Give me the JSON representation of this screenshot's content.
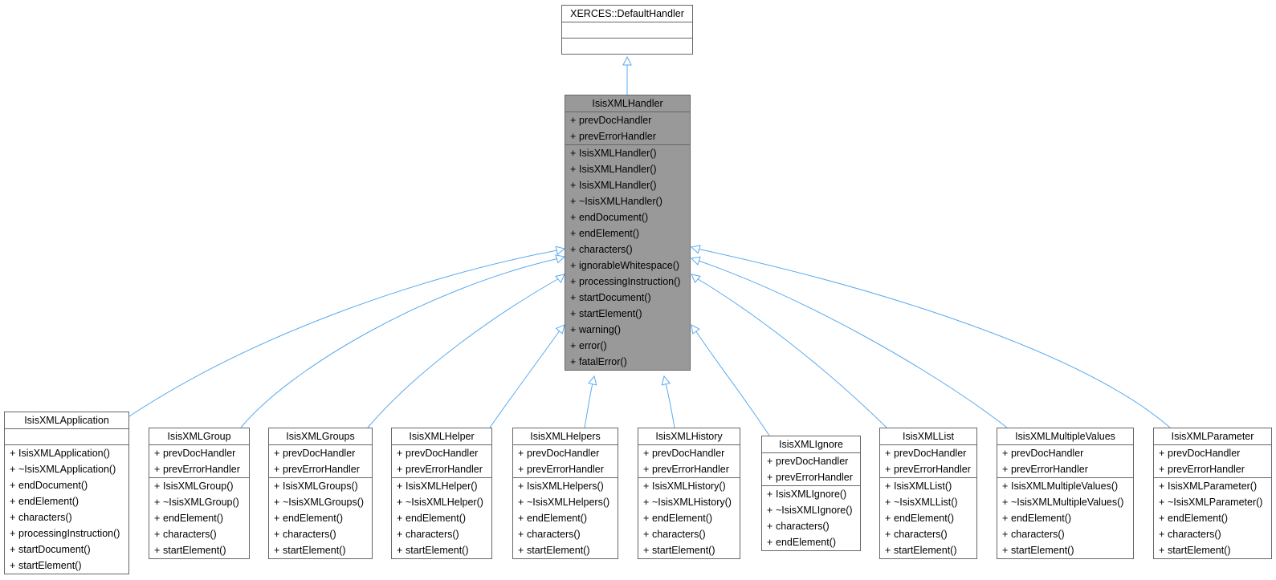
{
  "diagram": {
    "colors": {
      "edge": "#5aaaf0",
      "border": "#666666",
      "focus_fill": "#999999"
    },
    "classes": [
      {
        "id": "defaulthandler",
        "name": "XERCES::DefaultHandler",
        "focus": false,
        "attributes": [],
        "methods": []
      },
      {
        "id": "isisxmlhandler",
        "name": "IsisXMLHandler",
        "focus": true,
        "attributes": [
          "prevDocHandler",
          "prevErrorHandler"
        ],
        "methods": [
          "IsisXMLHandler()",
          "IsisXMLHandler()",
          "IsisXMLHandler()",
          "~IsisXMLHandler()",
          "endDocument()",
          "endElement()",
          "characters()",
          "ignorableWhitespace()",
          "processingInstruction()",
          "startDocument()",
          "startElement()",
          "warning()",
          "error()",
          "fatalError()"
        ]
      },
      {
        "id": "application",
        "name": "IsisXMLApplication",
        "focus": false,
        "attributes": [],
        "methods": [
          "IsisXMLApplication()",
          "~IsisXMLApplication()",
          "endDocument()",
          "endElement()",
          "characters()",
          "processingInstruction()",
          "startDocument()",
          "startElement()"
        ]
      },
      {
        "id": "group",
        "name": "IsisXMLGroup",
        "focus": false,
        "attributes": [
          "prevDocHandler",
          "prevErrorHandler"
        ],
        "methods": [
          "IsisXMLGroup()",
          "~IsisXMLGroup()",
          "endElement()",
          "characters()",
          "startElement()"
        ]
      },
      {
        "id": "groups",
        "name": "IsisXMLGroups",
        "focus": false,
        "attributes": [
          "prevDocHandler",
          "prevErrorHandler"
        ],
        "methods": [
          "IsisXMLGroups()",
          "~IsisXMLGroups()",
          "endElement()",
          "characters()",
          "startElement()"
        ]
      },
      {
        "id": "helper",
        "name": "IsisXMLHelper",
        "focus": false,
        "attributes": [
          "prevDocHandler",
          "prevErrorHandler"
        ],
        "methods": [
          "IsisXMLHelper()",
          "~IsisXMLHelper()",
          "endElement()",
          "characters()",
          "startElement()"
        ]
      },
      {
        "id": "helpers",
        "name": "IsisXMLHelpers",
        "focus": false,
        "attributes": [
          "prevDocHandler",
          "prevErrorHandler"
        ],
        "methods": [
          "IsisXMLHelpers()",
          "~IsisXMLHelpers()",
          "endElement()",
          "characters()",
          "startElement()"
        ]
      },
      {
        "id": "history",
        "name": "IsisXMLHistory",
        "focus": false,
        "attributes": [
          "prevDocHandler",
          "prevErrorHandler"
        ],
        "methods": [
          "IsisXMLHistory()",
          "~IsisXMLHistory()",
          "endElement()",
          "characters()",
          "startElement()"
        ]
      },
      {
        "id": "ignore",
        "name": "IsisXMLIgnore",
        "focus": false,
        "attributes": [
          "prevDocHandler",
          "prevErrorHandler"
        ],
        "methods": [
          "IsisXMLIgnore()",
          "~IsisXMLIgnore()",
          "characters()",
          "endElement()"
        ]
      },
      {
        "id": "list",
        "name": "IsisXMLList",
        "focus": false,
        "attributes": [
          "prevDocHandler",
          "prevErrorHandler"
        ],
        "methods": [
          "IsisXMLList()",
          "~IsisXMLList()",
          "endElement()",
          "characters()",
          "startElement()"
        ]
      },
      {
        "id": "multiplevalues",
        "name": "IsisXMLMultipleValues",
        "focus": false,
        "attributes": [
          "prevDocHandler",
          "prevErrorHandler"
        ],
        "methods": [
          "IsisXMLMultipleValues()",
          "~IsisXMLMultipleValues()",
          "endElement()",
          "characters()",
          "startElement()"
        ]
      },
      {
        "id": "parameter",
        "name": "IsisXMLParameter",
        "focus": false,
        "attributes": [
          "prevDocHandler",
          "prevErrorHandler"
        ],
        "methods": [
          "IsisXMLParameter()",
          "~IsisXMLParameter()",
          "endElement()",
          "characters()",
          "startElement()"
        ]
      }
    ],
    "inheritance": [
      {
        "from": "isisxmlhandler",
        "to": "defaulthandler"
      },
      {
        "from": "application",
        "to": "isisxmlhandler"
      },
      {
        "from": "group",
        "to": "isisxmlhandler"
      },
      {
        "from": "groups",
        "to": "isisxmlhandler"
      },
      {
        "from": "helper",
        "to": "isisxmlhandler"
      },
      {
        "from": "helpers",
        "to": "isisxmlhandler"
      },
      {
        "from": "history",
        "to": "isisxmlhandler"
      },
      {
        "from": "ignore",
        "to": "isisxmlhandler"
      },
      {
        "from": "list",
        "to": "isisxmlhandler"
      },
      {
        "from": "multiplevalues",
        "to": "isisxmlhandler"
      },
      {
        "from": "parameter",
        "to": "isisxmlhandler"
      }
    ]
  }
}
